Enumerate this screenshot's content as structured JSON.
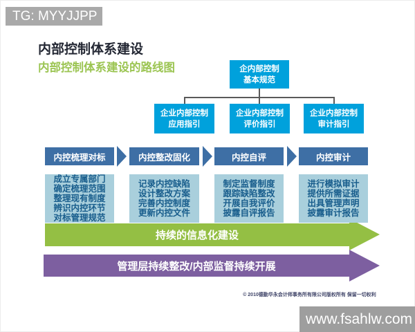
{
  "page": {
    "tag": "TG: MYYJJPP",
    "title": "内部控制体系建设",
    "subtitle": "内部控制体系建设的路线图",
    "copyright": "© 2010德勤华永会计师事务所有限公司版权所有 保留一切权利",
    "watermark": "www.fsahlw.com"
  },
  "org_chart": {
    "root": {
      "line1": "企内部控制",
      "line2": "基本规范"
    },
    "children": [
      {
        "line1": "企业内部控制",
        "line2": "应用指引"
      },
      {
        "line1": "企业内部控制",
        "line2": "评价指引"
      },
      {
        "line1": "企业内部控制",
        "line2": "审计指引"
      }
    ]
  },
  "process": {
    "stages": [
      {
        "header": "内控梳理对标",
        "items": [
          "成立专属部门",
          "确定梳理范围",
          "整理现有制度",
          "辨识内控环节",
          "对标管理规范"
        ]
      },
      {
        "header": "内控整改固化",
        "items": [
          "记录内控缺陷",
          "设计整改方案",
          "完善内控制度",
          "更新内控文件"
        ]
      },
      {
        "header": "内控自评",
        "items": [
          "制定监督制度",
          "跟踪缺陷整改",
          "开展自我评价",
          "披露自评报告"
        ]
      },
      {
        "header": "内控审计",
        "items": [
          "进行模拟审计",
          "提供所需证据",
          "出具管理声明",
          "披露审计报告"
        ]
      }
    ]
  },
  "arrows": [
    {
      "label": "持续的信息化建设",
      "color": "#94bf44"
    },
    {
      "label": "管理层持续整改/内部监督持续开展",
      "color": "#7d5fa0"
    }
  ],
  "colors": {
    "bright_blue_box": "#00a1dc",
    "stage_header_blue": "#3e6fa5",
    "stage_box_light_blue": "#a9cfdc",
    "stage_text_blue": "#185d8c",
    "green_arrow": "#94bf44",
    "purple_arrow": "#7d5fa0",
    "subtitle_green": "#9cc553",
    "tag_gray": "#a9a9a9",
    "watermark_gray": "#9e9e9e"
  }
}
